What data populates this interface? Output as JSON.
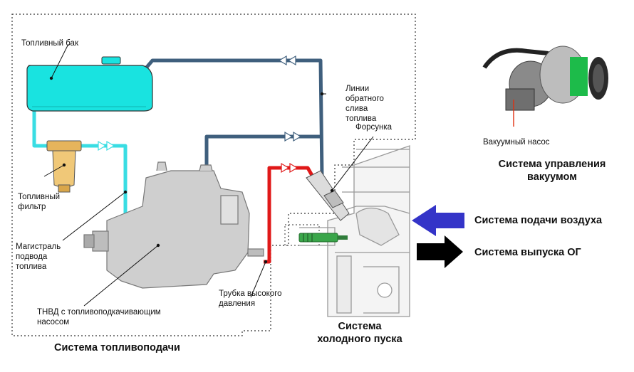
{
  "labels": {
    "fuel_tank": "Топливный бак",
    "fuel_filter": "Топливный\nфильтр",
    "supply_line": "Магистраль\nподвода\nтоплива",
    "pump": "ТНВД с топливоподкачивающим\nнасосом",
    "return_lines": "Линии\nобратного\nслива\nтоплива",
    "injector": "Форсунка",
    "hp_tube": "Трубка высокого\nдавления",
    "vacuum_pump": "Вакуумный насос"
  },
  "systems": {
    "fuel_system": "Система топливоподачи",
    "cold_start": "Система\nхолодного пуска",
    "vacuum_control": "Система управления\nвакуумом",
    "air_supply": "Система подачи воздуха",
    "exhaust": "Система выпуска ОГ"
  },
  "colors": {
    "tank": "#19e3e0",
    "supply_line": "#39dde3",
    "return_line": "#3f5f7d",
    "high_pressure": "#e01818",
    "air_arrow": "#3434c8",
    "exhaust_arrow": "#000000",
    "pump_body": "#c9c9c9",
    "filter": "#f0c878"
  },
  "icons": {
    "vacuum_pump_photo": "vacuum-pump-photo"
  }
}
